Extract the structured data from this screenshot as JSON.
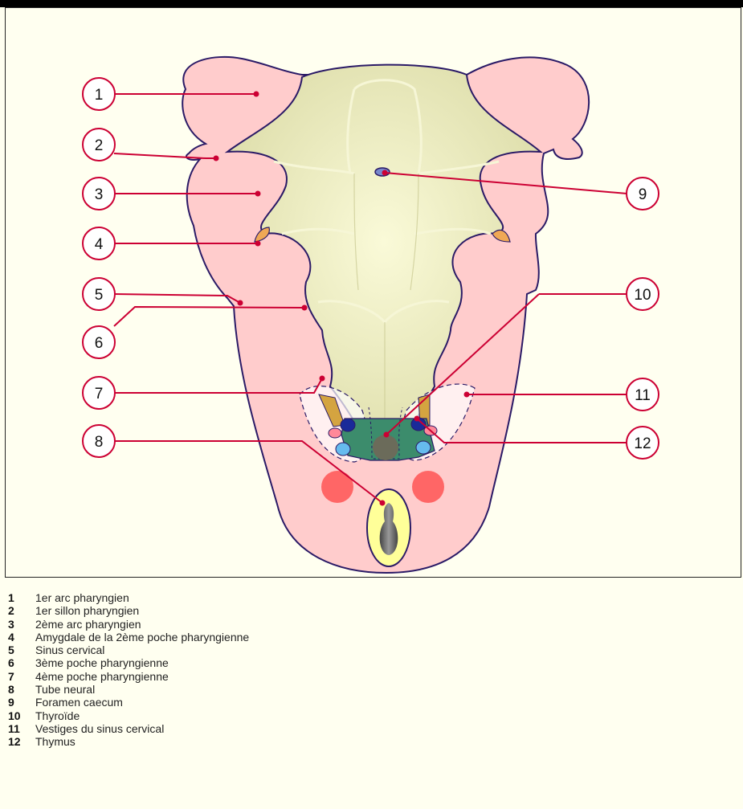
{
  "callouts": [
    "1",
    "2",
    "3",
    "4",
    "5",
    "6",
    "7",
    "8",
    "9",
    "10",
    "11",
    "12"
  ],
  "legend": [
    {
      "num": "1",
      "text": "1er arc pharyngien"
    },
    {
      "num": "2",
      "text": "1er sillon pharyngien"
    },
    {
      "num": "3",
      "text": "2ème arc pharyngien"
    },
    {
      "num": "4",
      "text": "Amygdale de la 2ème poche pharyngienne"
    },
    {
      "num": "5",
      "text": "Sinus cervical"
    },
    {
      "num": "6",
      "text": "3ème poche pharyngienne"
    },
    {
      "num": "7",
      "text": "4ème poche pharyngienne"
    },
    {
      "num": "8",
      "text": "Tube neural"
    },
    {
      "num": "9",
      "text": "Foramen caecum"
    },
    {
      "num": "10",
      "text": "Thyroïde"
    },
    {
      "num": "11",
      "text": "Vestiges du sinus cervical"
    },
    {
      "num": "12",
      "text": "Thymus"
    }
  ],
  "colors": {
    "background": "#fffff0",
    "arch_tissue": "#ffcccc",
    "pharynx_floor": "#eeeec0",
    "outline": "#2a1a66",
    "leader_line": "#cc0033",
    "tonsil": "#f0a855",
    "thyroid_thymus_region": "#3c8c6c",
    "parathyroid_dark": "#1a2a99",
    "parathyroid_light": "#66bbee",
    "vessel": "#ff6666",
    "notochord_sheath": "#ffff99"
  }
}
